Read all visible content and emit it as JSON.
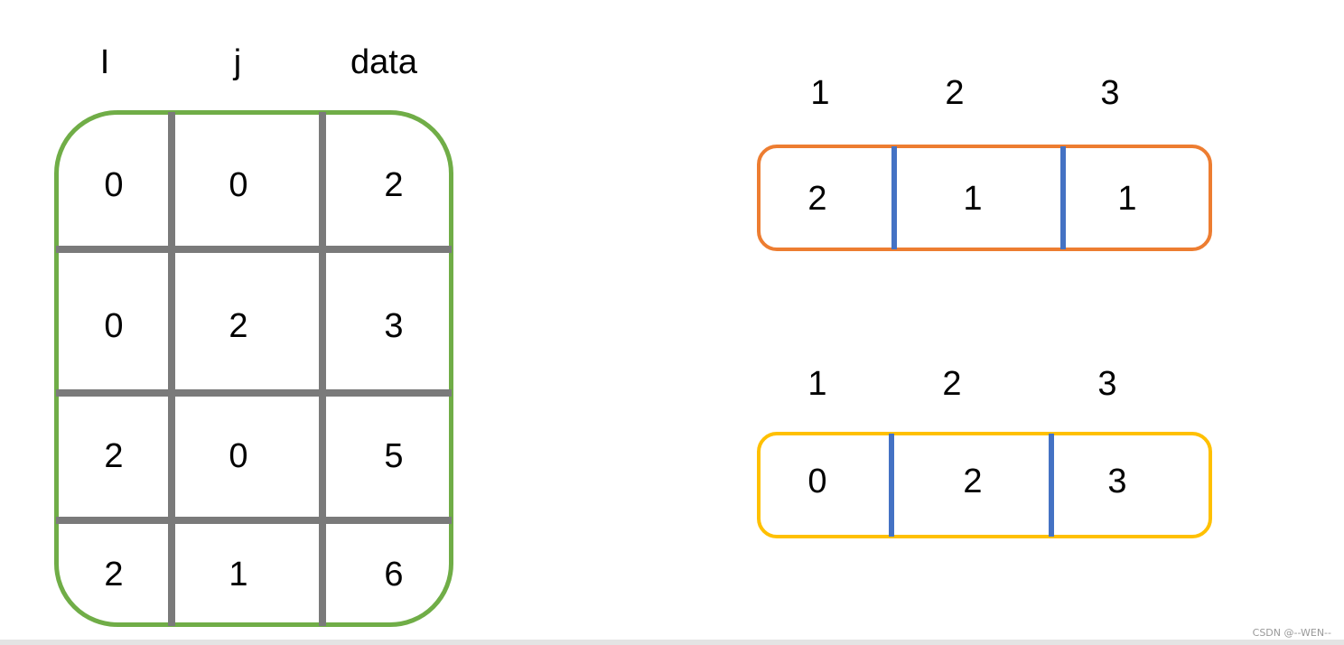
{
  "table": {
    "headers": [
      "I",
      "j",
      "data"
    ],
    "rows": [
      [
        "0",
        "0",
        "2"
      ],
      [
        "0",
        "2",
        "3"
      ],
      [
        "2",
        "0",
        "5"
      ],
      [
        "2",
        "1",
        "6"
      ]
    ],
    "border_color": "#70ad47"
  },
  "arrays": [
    {
      "index_labels": [
        "1",
        "2",
        "3"
      ],
      "values": [
        "2",
        "1",
        "1"
      ],
      "border_color": "#ed7d31"
    },
    {
      "index_labels": [
        "1",
        "2",
        "3"
      ],
      "values": [
        "0",
        "2",
        "3"
      ],
      "border_color": "#ffc000"
    }
  ],
  "colors": {
    "grid": "#7a7a7a",
    "divider": "#4472c4"
  },
  "watermark": "CSDN @--WEN--"
}
